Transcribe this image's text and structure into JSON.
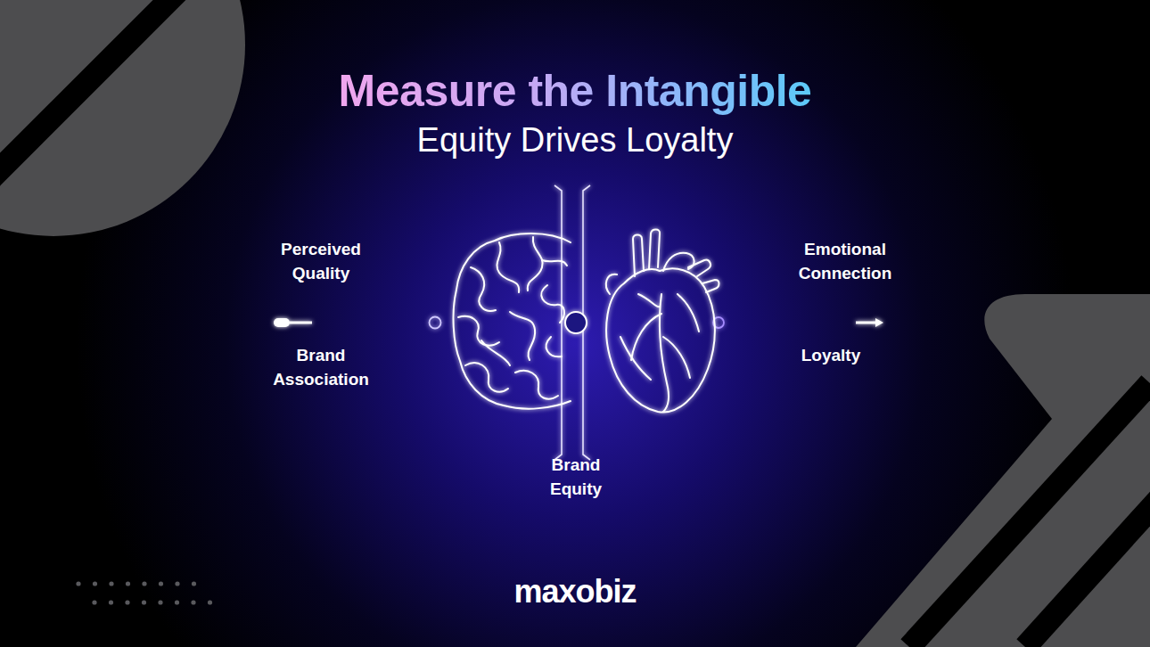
{
  "diagram": {
    "title": "Measure the Intangible",
    "labels": [
      "Equity Drives Loyalty",
      "Perceived Quality",
      "Brand Association",
      "Brand Equity",
      "Emotional Connection",
      "Loyalty",
      "maxobiz"
    ]
  }
}
